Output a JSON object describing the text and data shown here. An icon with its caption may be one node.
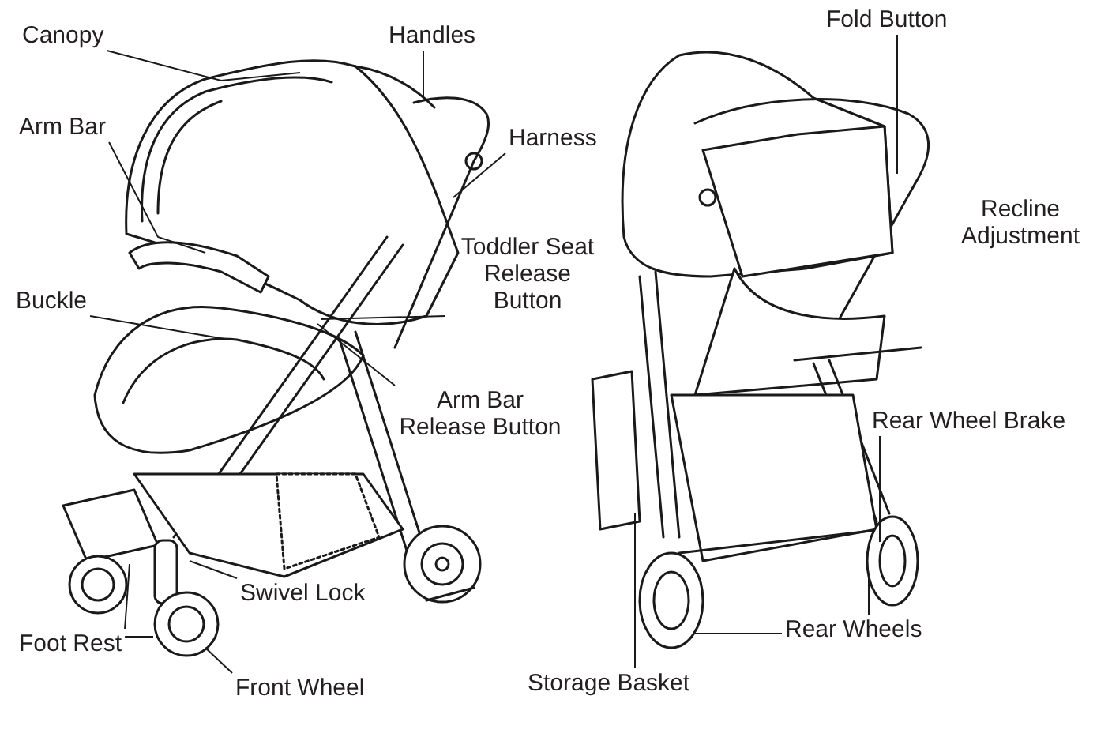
{
  "diagram": {
    "nodes": [
      {
        "text": [
          "Canopy"
        ]
      },
      {
        "text": [
          "Handles"
        ]
      },
      {
        "text": [
          "Arm Bar"
        ]
      },
      {
        "text": [
          "Harness"
        ]
      },
      {
        "text": [
          "Toddler Seat Release Button"
        ]
      },
      {
        "text": [
          "Buckle"
        ]
      },
      {
        "text": [
          "Arm Bar Release Button"
        ]
      },
      {
        "text": [
          "Swivel Lock"
        ]
      },
      {
        "text": [
          "Foot Rest"
        ]
      },
      {
        "text": [
          "Front Wheel"
        ]
      },
      {
        "text": [
          "Fold Button"
        ]
      },
      {
        "text": [
          "Recline Adjustment"
        ]
      },
      {
        "text": [
          "Rear Wheel Brake"
        ]
      },
      {
        "text": [
          "Rear Wheels"
        ]
      },
      {
        "text": [
          "Storage Basket"
        ]
      }
    ],
    "edges": [
      {
        "from": 0,
        "to": null,
        "arrow": "none"
      },
      {
        "from": 1,
        "to": null,
        "arrow": "none"
      },
      {
        "from": 2,
        "to": null,
        "arrow": "none"
      },
      {
        "from": 3,
        "to": null,
        "arrow": "none"
      },
      {
        "from": 4,
        "to": null,
        "arrow": "none"
      },
      {
        "from": 5,
        "to": null,
        "arrow": "none"
      },
      {
        "from": 6,
        "to": null,
        "arrow": "none"
      },
      {
        "from": 7,
        "to": null,
        "arrow": "none"
      },
      {
        "from": 8,
        "to": null,
        "arrow": "none"
      },
      {
        "from": 8,
        "to": null,
        "arrow": "none"
      },
      {
        "from": 9,
        "to": null,
        "arrow": "none"
      },
      {
        "from": 10,
        "to": null,
        "arrow": "none"
      },
      {
        "from": 12,
        "to": null,
        "arrow": "none"
      },
      {
        "from": 13,
        "to": null,
        "arrow": "none"
      },
      {
        "from": 13,
        "to": null,
        "arrow": "none"
      },
      {
        "from": 14,
        "to": null,
        "arrow": "none"
      }
    ]
  }
}
